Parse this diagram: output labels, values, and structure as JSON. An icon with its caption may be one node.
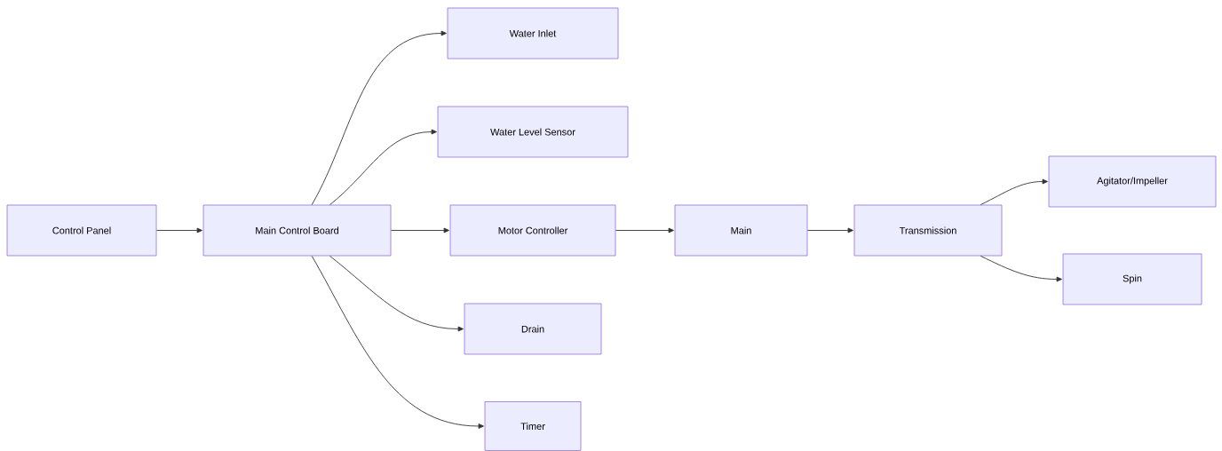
{
  "diagram": {
    "nodes": [
      {
        "text": [
          "Control Panel"
        ]
      },
      {
        "text": [
          "Main Control Board"
        ]
      },
      {
        "text": [
          "Water Inlet"
        ]
      },
      {
        "text": [
          "Water Level Sensor"
        ]
      },
      {
        "text": [
          "Motor Controller"
        ]
      },
      {
        "text": [
          "Drain"
        ]
      },
      {
        "text": [
          "Timer"
        ]
      },
      {
        "text": [
          "Main"
        ]
      },
      {
        "text": [
          "Transmission"
        ]
      },
      {
        "text": [
          "Agitator/Impeller"
        ]
      },
      {
        "text": [
          "Spin"
        ]
      }
    ],
    "edges": [
      {
        "from": 0,
        "to": 1,
        "arrow": "to"
      },
      {
        "from": 1,
        "to": 2,
        "arrow": "to"
      },
      {
        "from": 1,
        "to": 3,
        "arrow": "to"
      },
      {
        "from": 1,
        "to": 4,
        "arrow": "to"
      },
      {
        "from": 1,
        "to": 5,
        "arrow": "to"
      },
      {
        "from": 1,
        "to": 6,
        "arrow": "to"
      },
      {
        "from": 4,
        "to": 7,
        "arrow": "to"
      },
      {
        "from": 7,
        "to": 8,
        "arrow": "to"
      },
      {
        "from": 8,
        "to": 9,
        "arrow": "to"
      },
      {
        "from": 8,
        "to": 10,
        "arrow": "to"
      }
    ]
  }
}
